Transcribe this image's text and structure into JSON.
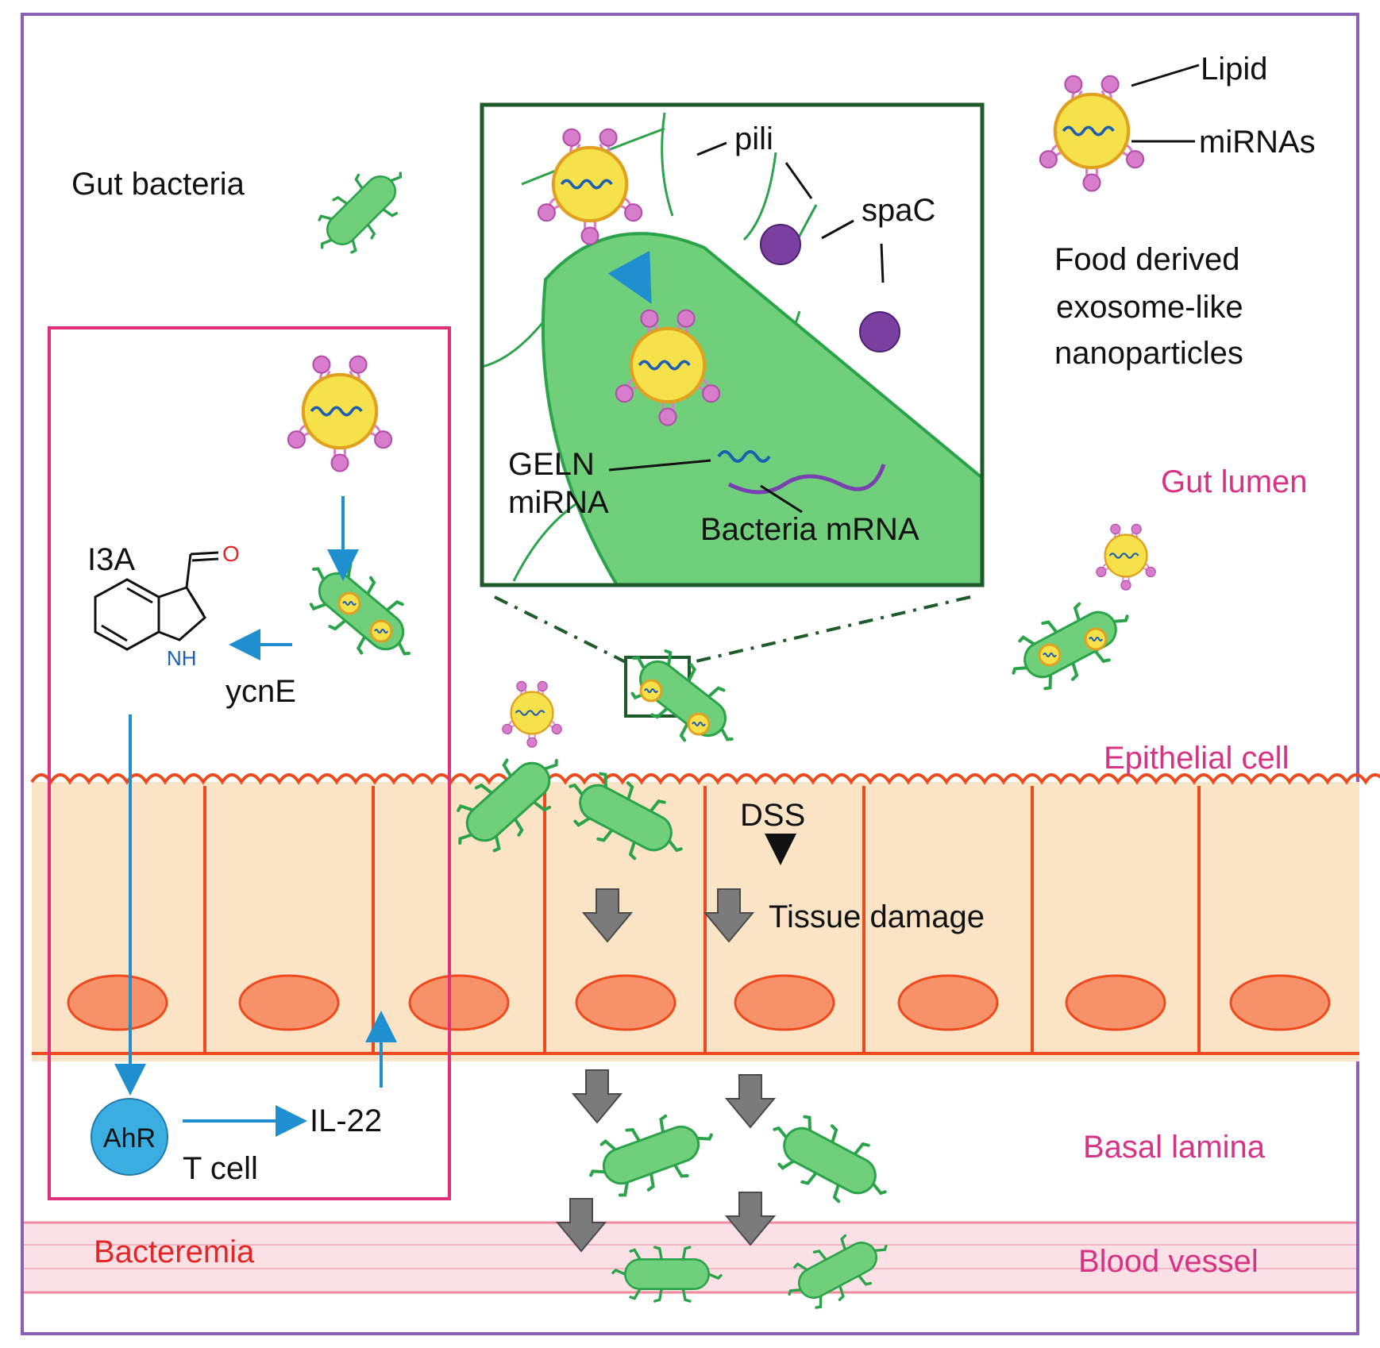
{
  "labels": {
    "gut_bacteria": "Gut bacteria",
    "lipid": "Lipid",
    "mirnas": "miRNAs",
    "food_derived": "Food derived",
    "exosome_like": "exosome-like",
    "nanoparticles": "nanoparticles",
    "pili": "pili",
    "spac": "spaC",
    "geln": "GELN",
    "mirna": "miRNA",
    "bacteria_mrna": "Bacteria mRNA",
    "gut_lumen": "Gut lumen",
    "epithelial_cell": "Epithelial cell",
    "dss": "DSS",
    "tissue_damage": "Tissue damage",
    "basal_lamina": "Basal lamina",
    "blood_vessel": "Blood vessel",
    "bacteremia": "Bacteremia",
    "i3a": "I3A",
    "oxygen": "O",
    "nh": "NH",
    "ycne": "ycnE",
    "ahr": "AhR",
    "t_cell": "T cell",
    "il22": "IL-22"
  },
  "colors": {
    "frame_border": "#8b5fb5",
    "inset_border": "#1e5a2a",
    "pathway_border": "#e0307a",
    "bacteria_fill": "#6fcf7a",
    "bacteria_stroke": "#2aa34a",
    "nanoparticle_fill": "#f6e14a",
    "nanoparticle_stroke": "#e0a020",
    "lipid_head": "#d87ccc",
    "mirna_strand": "#1c5fb0",
    "mrna_strand": "#7a3fb0",
    "spac_fill": "#7b3fa0",
    "cell_fill": "#fbe3c6",
    "cell_stroke": "#ee4a1e",
    "nucleus_fill": "#f7916a",
    "blue_arrow": "#1f8fd0",
    "gray_arrow": "#7b7b7b",
    "ahr_fill": "#3aaee0",
    "blood_vessel": "#f8d2d8",
    "pink_label": "#d63384",
    "red_label": "#e32626"
  },
  "icons": {
    "nanoparticle": "exosome-nanoparticle-icon",
    "bacterium": "rod-bacterium-icon",
    "spac": "spac-protein-icon",
    "ahr": "ahr-receptor-icon"
  }
}
